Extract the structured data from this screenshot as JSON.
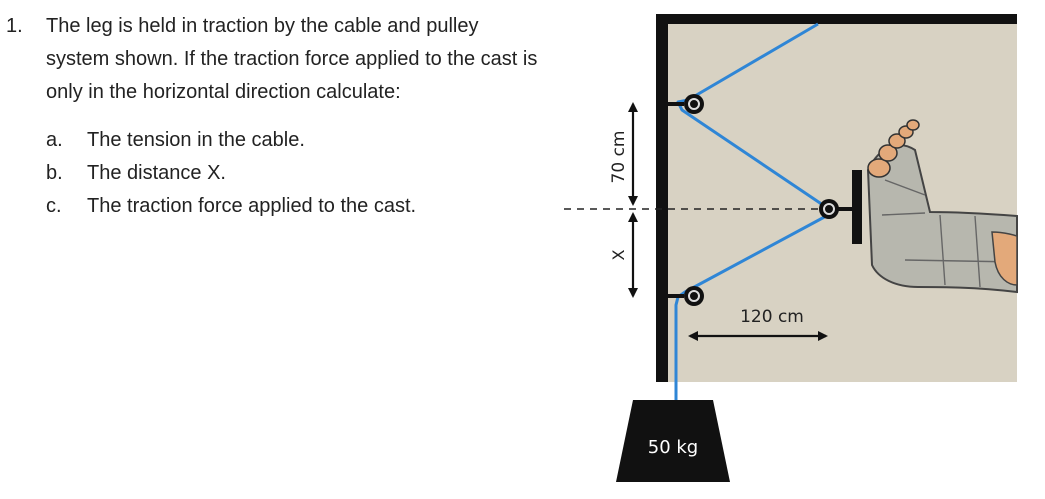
{
  "question": {
    "number": "1.",
    "text": "The leg is held in traction by the cable and pulley system shown. If the traction force applied to the cast is only in the horizontal direction calculate:",
    "parts": [
      {
        "letter": "a.",
        "text": "The tension in the cable."
      },
      {
        "letter": "b.",
        "text": "The distance X."
      },
      {
        "letter": "c.",
        "text": "The traction force applied to the cast."
      }
    ]
  },
  "figure": {
    "vertical_dimension_label": "70 cm",
    "x_dimension_label": "X",
    "horizontal_dimension_label": "120 cm",
    "weight_label": "50 kg",
    "colors": {
      "background": "#d8d2c3",
      "wall": "#111111",
      "cable": "#2f86d6",
      "cast": "#b7b7ae",
      "toes": "#e3a97a"
    }
  }
}
